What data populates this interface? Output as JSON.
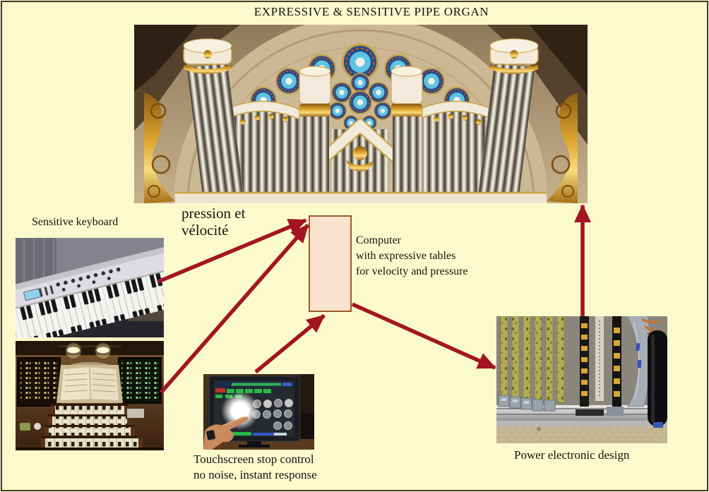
{
  "title": "EXPRESSIVE & SENSITIVE PIPE ORGAN",
  "colors": {
    "background": "#fbfacd",
    "frame_border": "#4a3a24",
    "arrow": "#a31521",
    "computer_box_fill": "#fae3ce",
    "computer_box_border": "#9a5a2a"
  },
  "nodes": {
    "pipe_organ": {
      "alt": "Golden baroque pipe organ facade with silver pipes under a stone arch with stained-glass rose windows"
    },
    "sensitive_keyboard": {
      "label": "Sensitive keyboard",
      "alt": "White MIDI keyboard with knobs and sliders photographed at an angle"
    },
    "organ_console": {
      "alt": "Wooden organ console with four manuals, sheet music and two dark stop screens"
    },
    "computer": {
      "label_lines": [
        "Computer",
        "with expressive tables",
        "for velocity and pressure"
      ]
    },
    "touchscreen": {
      "label_lines": [
        "Touchscreen stop control",
        "no noise, instant response"
      ],
      "alt": "Hand with pointing finger touching a dark monitor showing round stop buttons and green bars, camera flash reflection"
    },
    "power_electronics": {
      "label": "Power electronic design",
      "alt": "Rack of vertical circuit boards: green boards, black boards with yellow connectors, grey ribbon cable and black cylinder"
    }
  },
  "annotations": {
    "pressure_velocity": {
      "lines": [
        "pression et",
        "vélocité"
      ]
    }
  },
  "connections": [
    {
      "from": "sensitive_keyboard",
      "to": "computer",
      "label": "pression et vélocité"
    },
    {
      "from": "organ_console",
      "to": "computer",
      "label": ""
    },
    {
      "from": "touchscreen",
      "to": "computer",
      "label": ""
    },
    {
      "from": "computer",
      "to": "power_electronics",
      "label": ""
    },
    {
      "from": "power_electronics",
      "to": "pipe_organ",
      "label": ""
    }
  ]
}
